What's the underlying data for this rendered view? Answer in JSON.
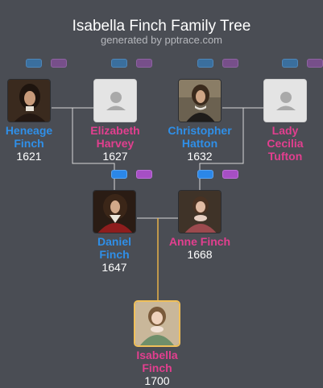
{
  "header": {
    "title": "Isabella Finch Family Tree",
    "subtitle": "generated by pptrace.com"
  },
  "colors": {
    "background": "#4a4d54",
    "male": "#2f8fe8",
    "female": "#e23f8f",
    "selected_border": "#f0c05a"
  },
  "people": {
    "heneage": {
      "first": "Heneage",
      "last": "Finch",
      "year": "1621",
      "gender": "male",
      "photo": "portrait"
    },
    "elizabeth": {
      "first": "Elizabeth",
      "last": "Harvey",
      "year": "1627",
      "gender": "female",
      "photo": "placeholder-icon"
    },
    "christopher": {
      "first": "Christopher",
      "last": "Hatton",
      "year": "1632",
      "gender": "male",
      "photo": "portrait"
    },
    "cecilia": {
      "first": "Lady",
      "middle": "Cecilia",
      "last": "Tufton",
      "gender": "female",
      "photo": "placeholder-icon"
    },
    "daniel": {
      "first": "Daniel",
      "last": "Finch",
      "year": "1647",
      "gender": "male",
      "photo": "portrait"
    },
    "anne": {
      "name": "Anne Finch",
      "year": "1668",
      "gender": "female",
      "photo": "portrait"
    },
    "isabella": {
      "first": "Isabella",
      "last": "Finch",
      "year": "1700",
      "gender": "female",
      "photo": "portrait",
      "selected": true
    }
  }
}
